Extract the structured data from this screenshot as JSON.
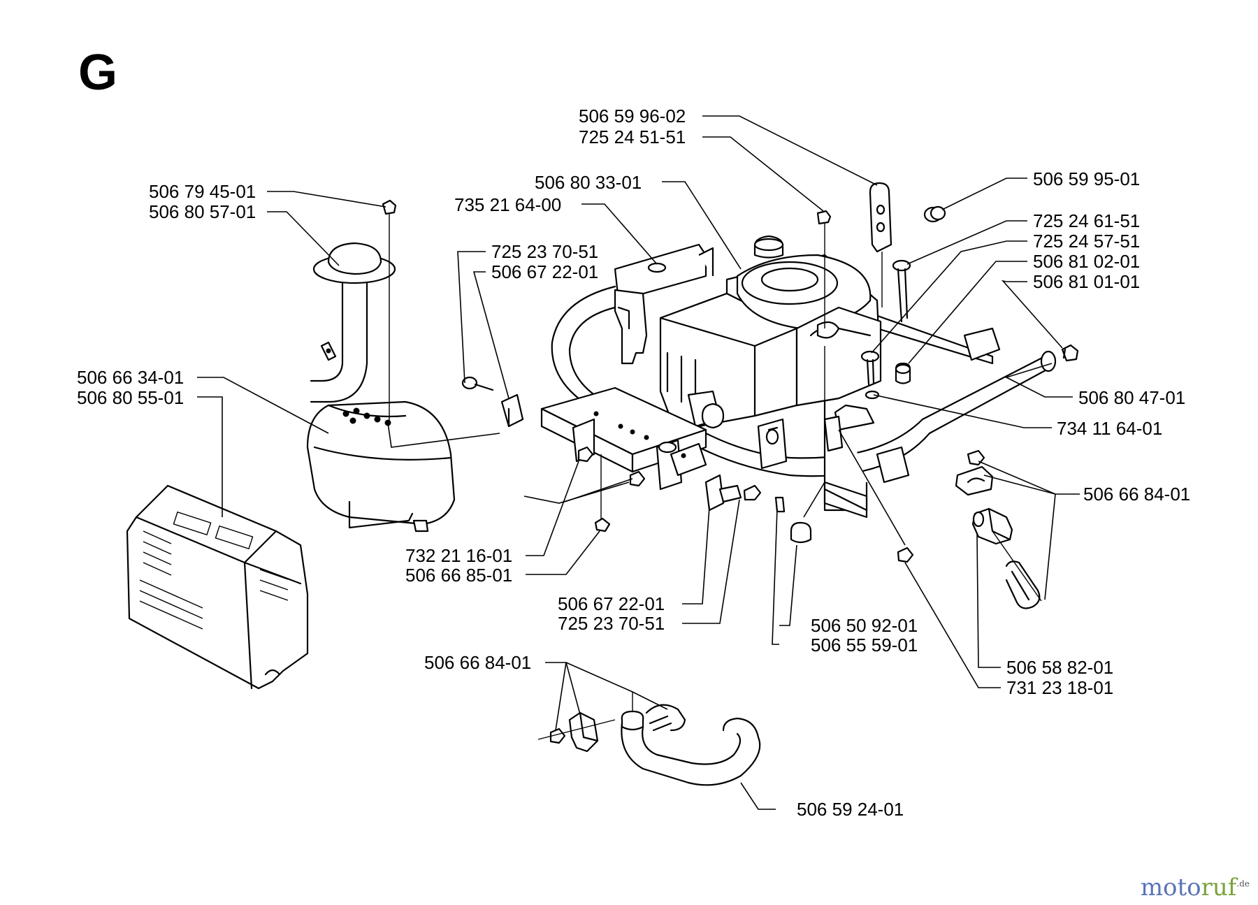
{
  "section": "G",
  "watermark": {
    "part1": "moto",
    "part2": "ruf",
    "part3": "",
    "suffix": ".de"
  },
  "labels": [
    "506 59 96-02",
    "725 24 51-51",
    "506 80 33-01",
    "735 21 64-00",
    "506 59 95-01",
    "725 24 61-51",
    "725 24 57-51",
    "506 81 02-01",
    "506 81 01-01",
    "506 79 45-01",
    "506 80 57-01",
    "725 23 70-51",
    "506 67 22-01",
    "506 66 34-01",
    "506 80 55-01",
    "506 80 47-01",
    "734 11 64-01",
    "506 66 84-01",
    "732 21 16-01",
    "506 66 85-01",
    "506 67 22-01",
    "725 23 70-51",
    "506 50 92-01",
    "506 55 59-01",
    "506 58 82-01",
    "731 23 18-01",
    "506 66 84-01",
    "506 59 24-01"
  ]
}
